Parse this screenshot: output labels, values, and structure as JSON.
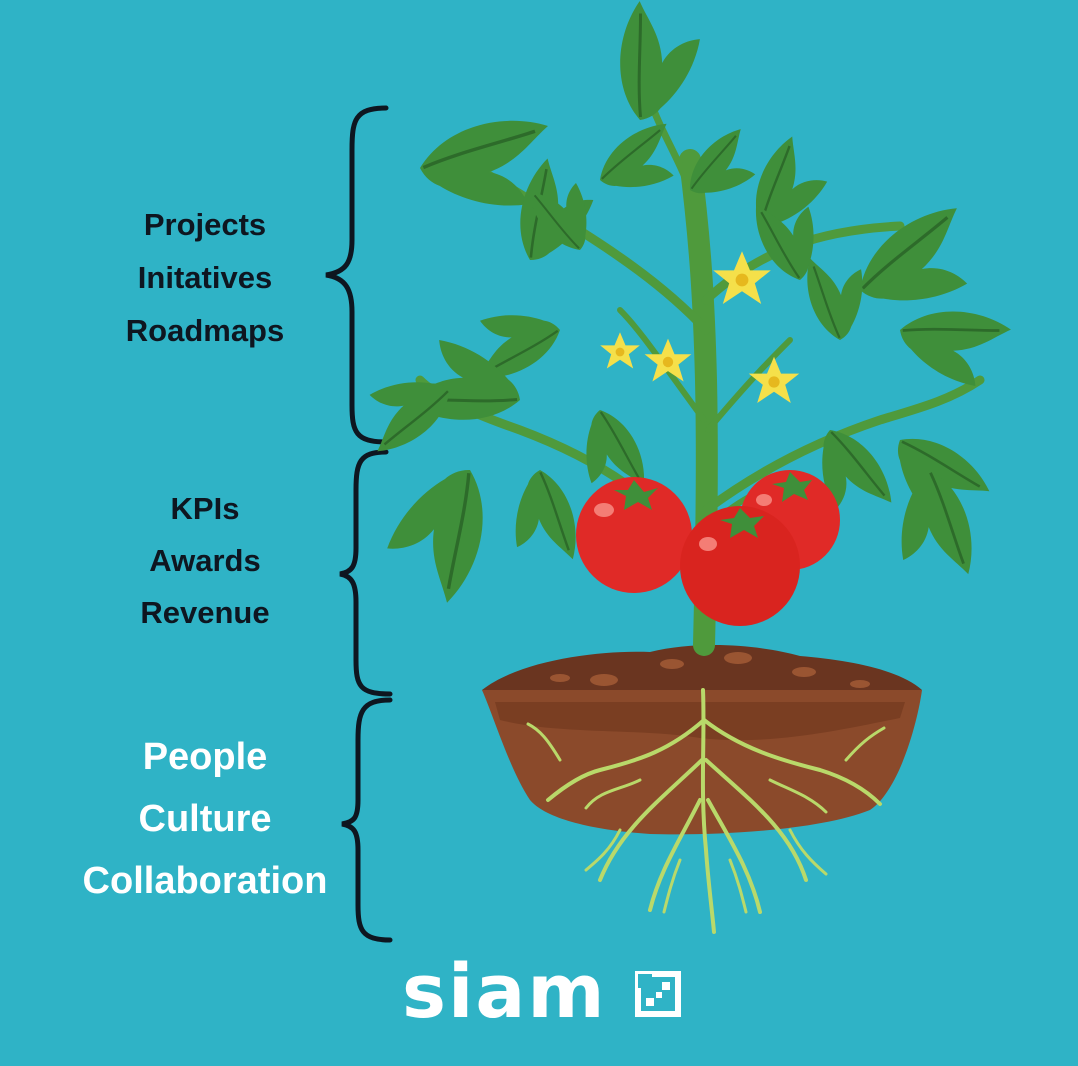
{
  "groups": {
    "top": [
      "Projects",
      "Initatives",
      "Roadmaps"
    ],
    "middle": [
      "KPIs",
      "Awards",
      "Revenue"
    ],
    "roots": [
      "People",
      "Culture",
      "Collaboration"
    ]
  },
  "brand": {
    "name": "siam",
    "logo_icon": "dice-square-icon",
    "text_color": "#ffffff"
  },
  "colors": {
    "background": "#2fb3c6",
    "leaf": "#3f8f3a",
    "leaf_dark": "#2d6b2a",
    "stem": "#4f9a3c",
    "tomato": "#e02a27",
    "flower": "#f5e04a",
    "soil": "#8b4a2b",
    "soil_dark": "#6a3520",
    "root": "#b9d96a",
    "dark_text": "#0e1620"
  }
}
